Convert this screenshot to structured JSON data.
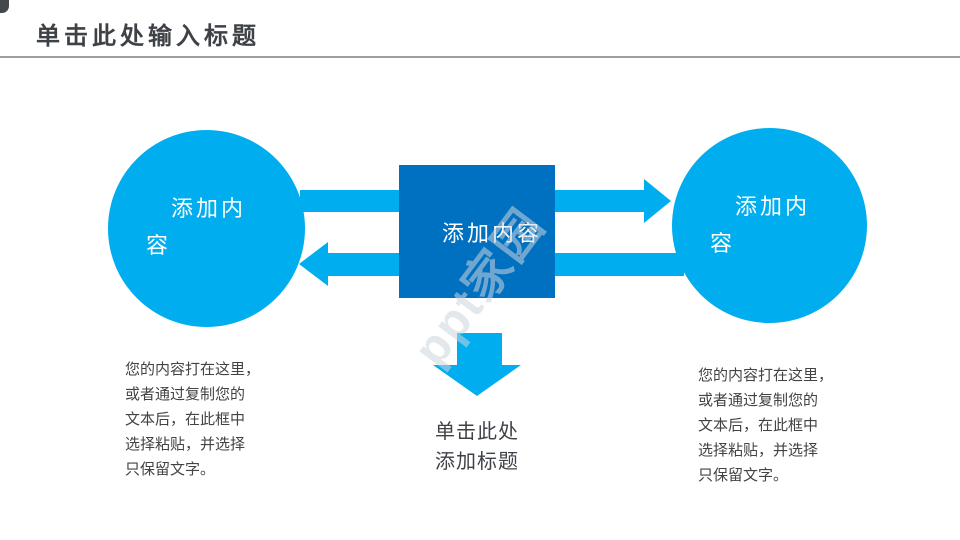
{
  "slide": {
    "title": "单击此处输入标题",
    "watermark": "ppt家园"
  },
  "colors": {
    "accent_light": "#00AEEF",
    "accent_dark": "#0070C0",
    "title_text": "#3E4247",
    "body_text": "#434343",
    "rule_gray": "#9E9EA0"
  },
  "diagram": {
    "left_circle": {
      "line1": "添加内",
      "line2": "容"
    },
    "right_circle": {
      "line1": "添加内",
      "line2": "容"
    },
    "center_box": {
      "label": "添加内容"
    },
    "caption": {
      "line1": "单击此处",
      "line2": "添加标题"
    },
    "left_text": {
      "lines": [
        "您的内容打在这里，",
        "或者通过复制您的",
        "文本后，在此框中",
        "选择粘贴，并选择",
        "只保留文字。"
      ]
    },
    "right_text": {
      "lines": [
        "您的内容打在这里，",
        "或者通过复制您的",
        "文本后，在此框中",
        "选择粘贴，并选择",
        "只保留文字。"
      ]
    }
  }
}
